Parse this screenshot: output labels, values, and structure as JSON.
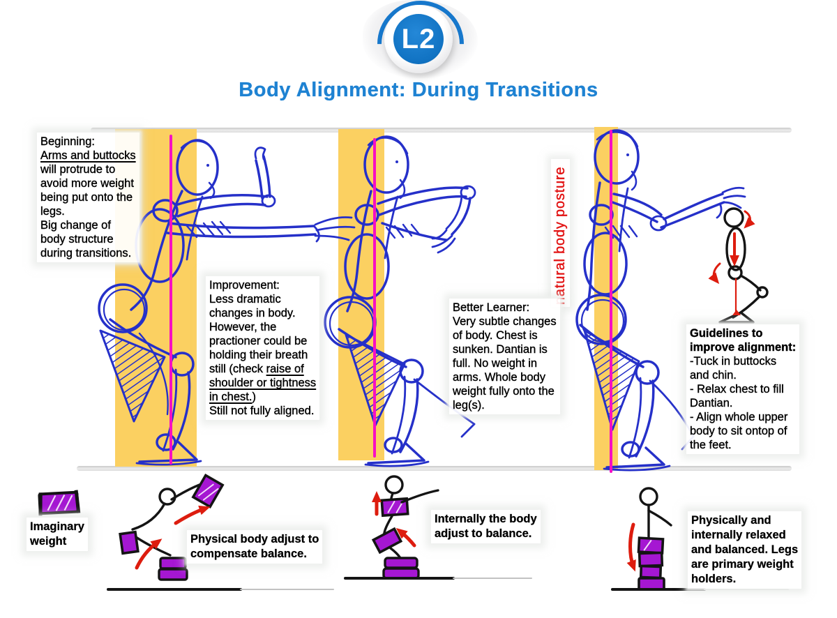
{
  "badge": {
    "label": "L2"
  },
  "title": "Body Alignment: During Transitions",
  "vertical_label": "natural body posture",
  "colors": {
    "title_blue": "#1e82d2",
    "badge_blue": "#1173c3",
    "sketch_blue": "#2530c9",
    "band_yellow": "#fbd061",
    "plumb_magenta": "#f70fc3",
    "arrow_red": "#dd1c0e",
    "label_red": "#e21414",
    "weight_purple": "#a517d2",
    "ink_black": "#141414"
  },
  "panels": {
    "beginning": {
      "lines": [
        "Beginning:",
        {
          "segments": [
            {
              "t": "Arms and buttocks",
              "u": true
            }
          ]
        },
        "will protrude to",
        "avoid more weight",
        "being put onto the",
        "legs.",
        "Big change of",
        "body structure",
        "during transitions."
      ]
    },
    "improvement": {
      "lines": [
        "Improvement:",
        "Less dramatic",
        "changes in body.",
        "However, the",
        "practioner could be",
        "holding their breath",
        {
          "segments": [
            {
              "t": "still (check ",
              "u": false
            },
            {
              "t": "raise of",
              "u": true
            }
          ]
        },
        {
          "segments": [
            {
              "t": "shoulder or tightness",
              "u": true
            }
          ]
        },
        {
          "segments": [
            {
              "t": "in chest.",
              "u": true
            },
            {
              "t": ")",
              "u": false
            }
          ]
        },
        "Still not fully aligned."
      ]
    },
    "better_learner": {
      "lines": [
        "Better Learner:",
        "Very subtle changes",
        "of body. Chest is",
        "sunken. Dantian is",
        "full. No weight in",
        "arms. Whole body",
        "weight fully onto the",
        "leg(s)."
      ]
    },
    "guidelines": {
      "lines": [
        {
          "segments": [
            {
              "t": "Guidelines to",
              "b": true
            }
          ]
        },
        {
          "segments": [
            {
              "t": "improve alignment:",
              "b": true
            }
          ]
        },
        "-Tuck in buttocks",
        "and chin.",
        "- Relax chest to fill",
        "Dantian.",
        "- Align whole upper",
        "body to sit ontop of",
        "the feet."
      ]
    }
  },
  "bottom": {
    "legend": {
      "lines": [
        "Imaginary",
        "weight"
      ]
    },
    "physical_caption": {
      "lines": [
        "Physical body adjust to",
        "compensate balance."
      ]
    },
    "internal_caption": {
      "lines": [
        "Internally the body",
        "adjust to balance."
      ]
    },
    "balanced_caption": {
      "lines": [
        "Physically and",
        "internally relaxed",
        "and balanced. Legs",
        "are primary weight",
        "holders."
      ]
    }
  }
}
